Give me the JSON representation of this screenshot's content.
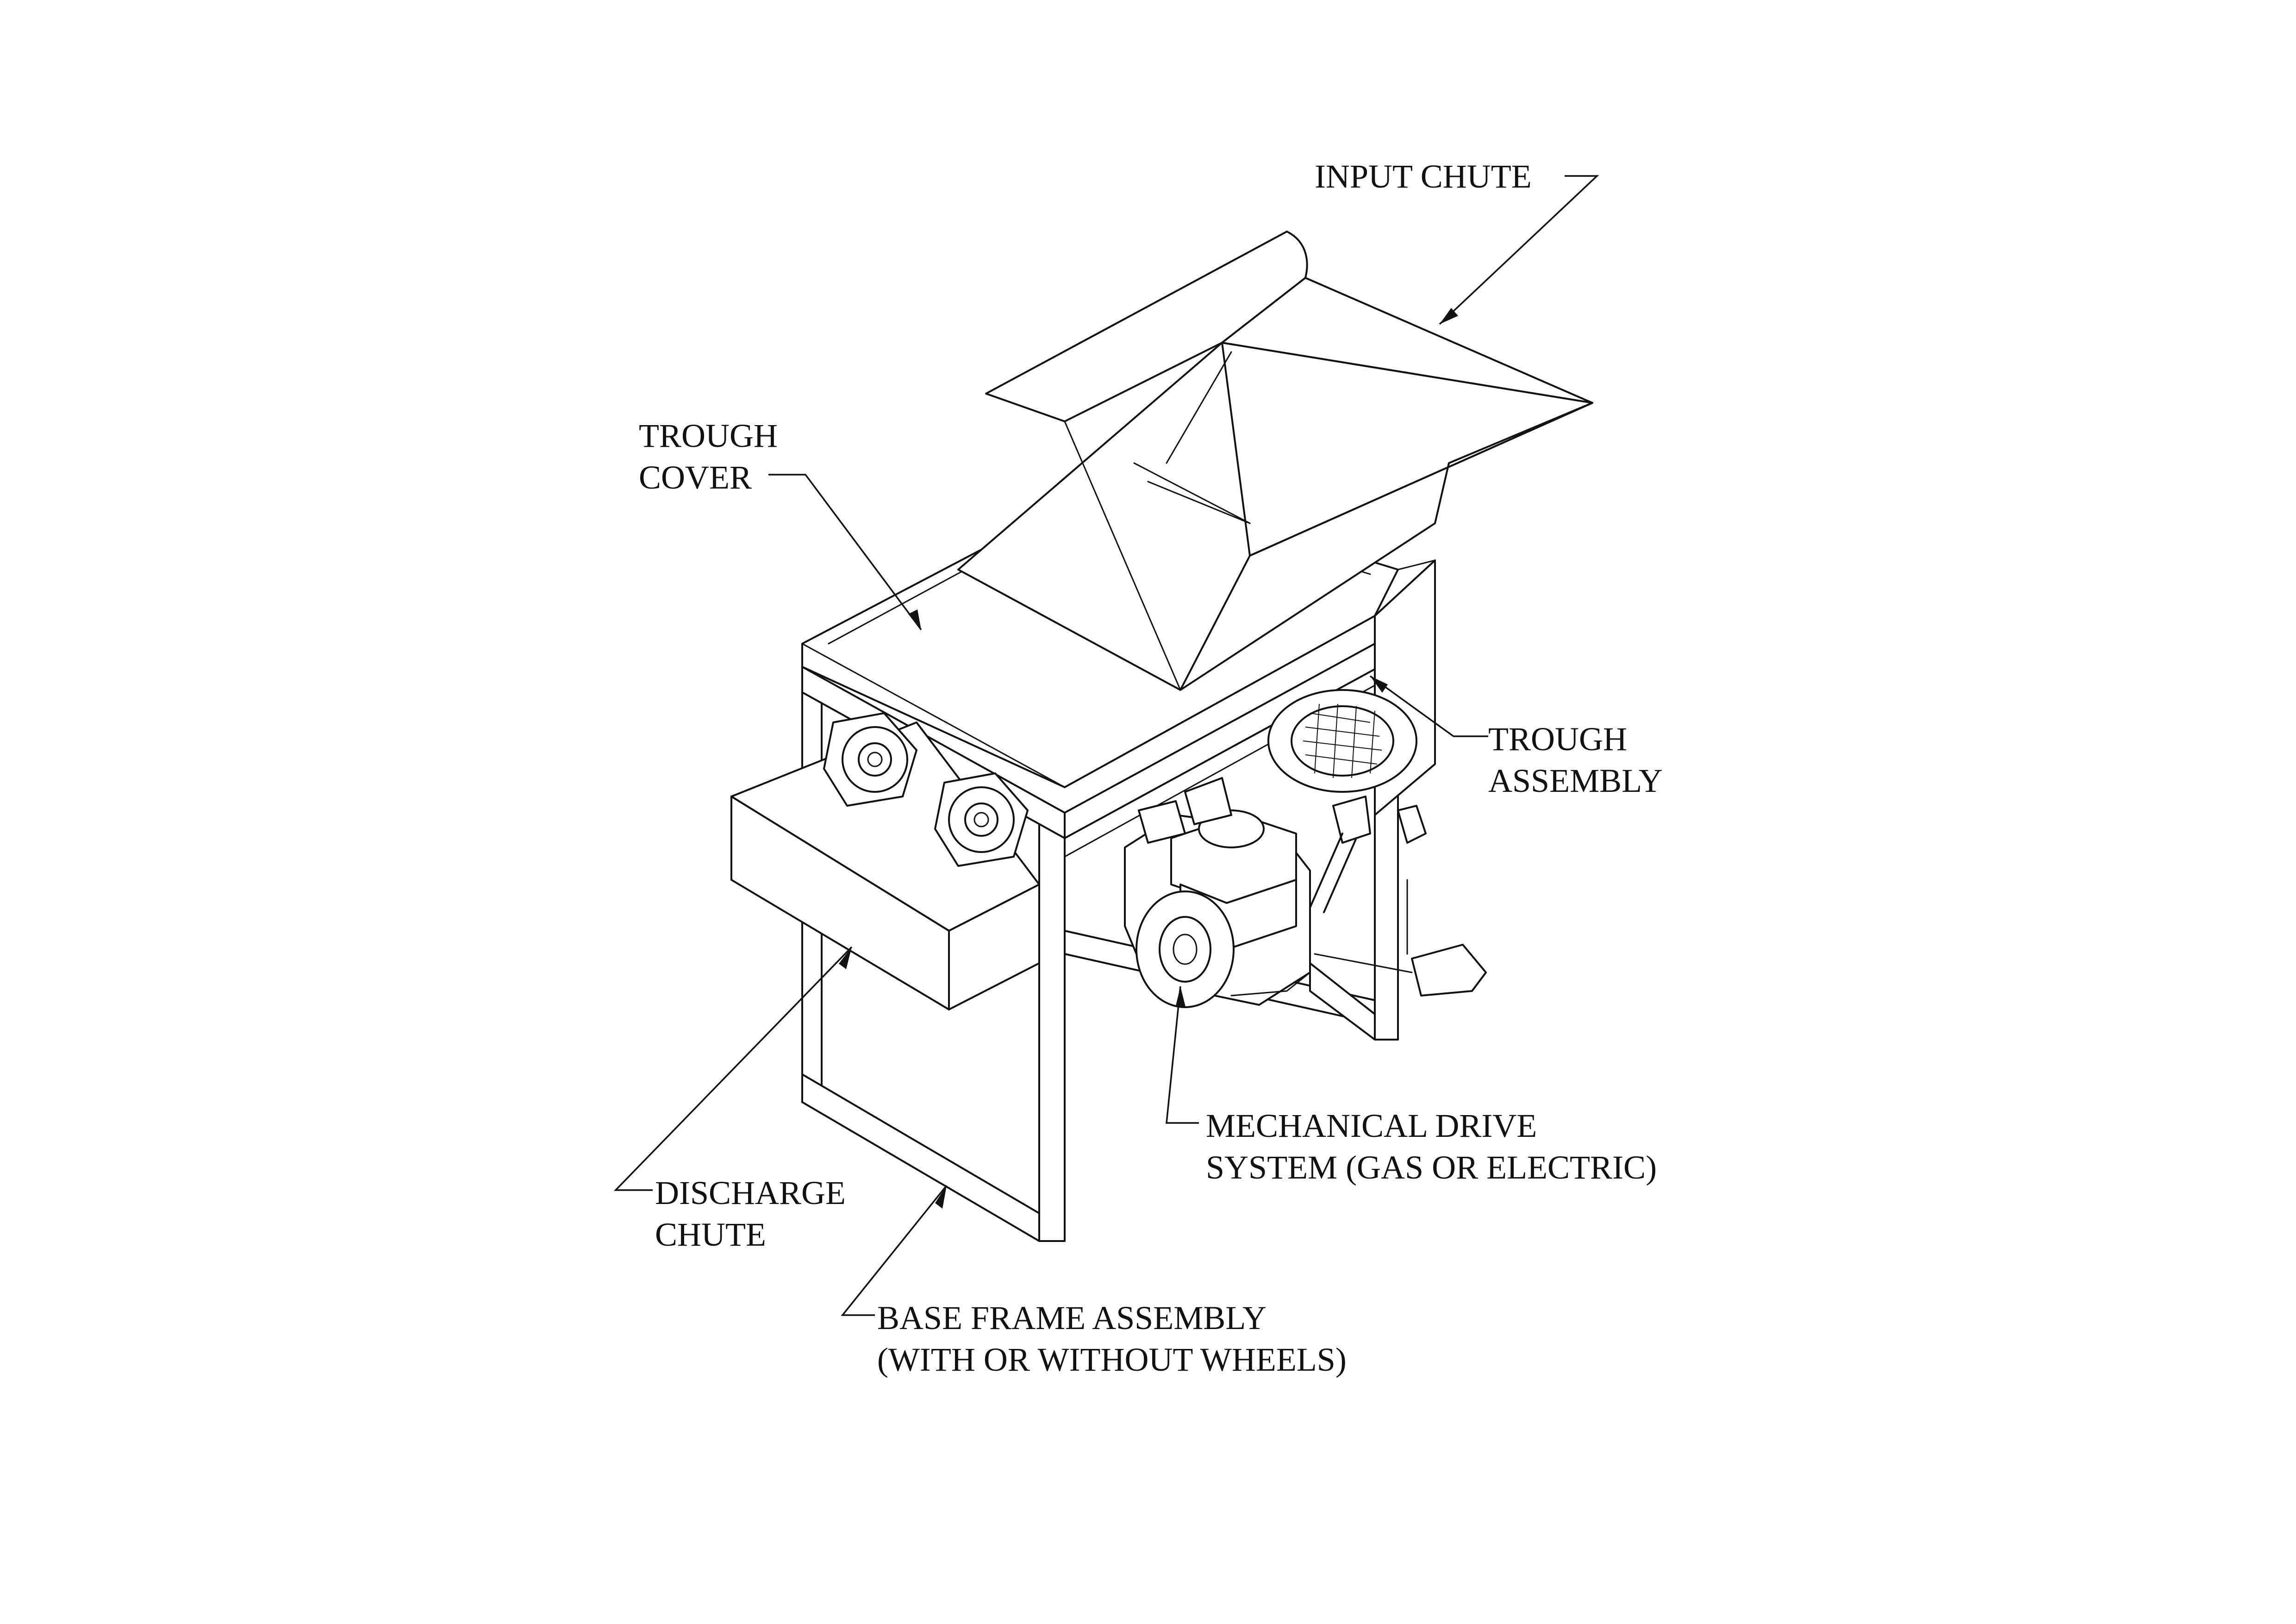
{
  "labels": {
    "input_chute": "INPUT CHUTE",
    "trough_cover": [
      "TROUGH",
      "COVER"
    ],
    "trough_assembly": [
      "TROUGH",
      "ASSEMBLY"
    ],
    "mechanical_drive": [
      "MECHANICAL DRIVE",
      "SYSTEM (GAS OR ELECTRIC)"
    ],
    "discharge_chute": [
      "DISCHARGE",
      "CHUTE"
    ],
    "base_frame": [
      "BASE FRAME ASSEMBLY",
      "(WITH OR WITHOUT WHEELS)"
    ]
  },
  "colors": {
    "ink": "#111111",
    "paper": "#ffffff"
  }
}
